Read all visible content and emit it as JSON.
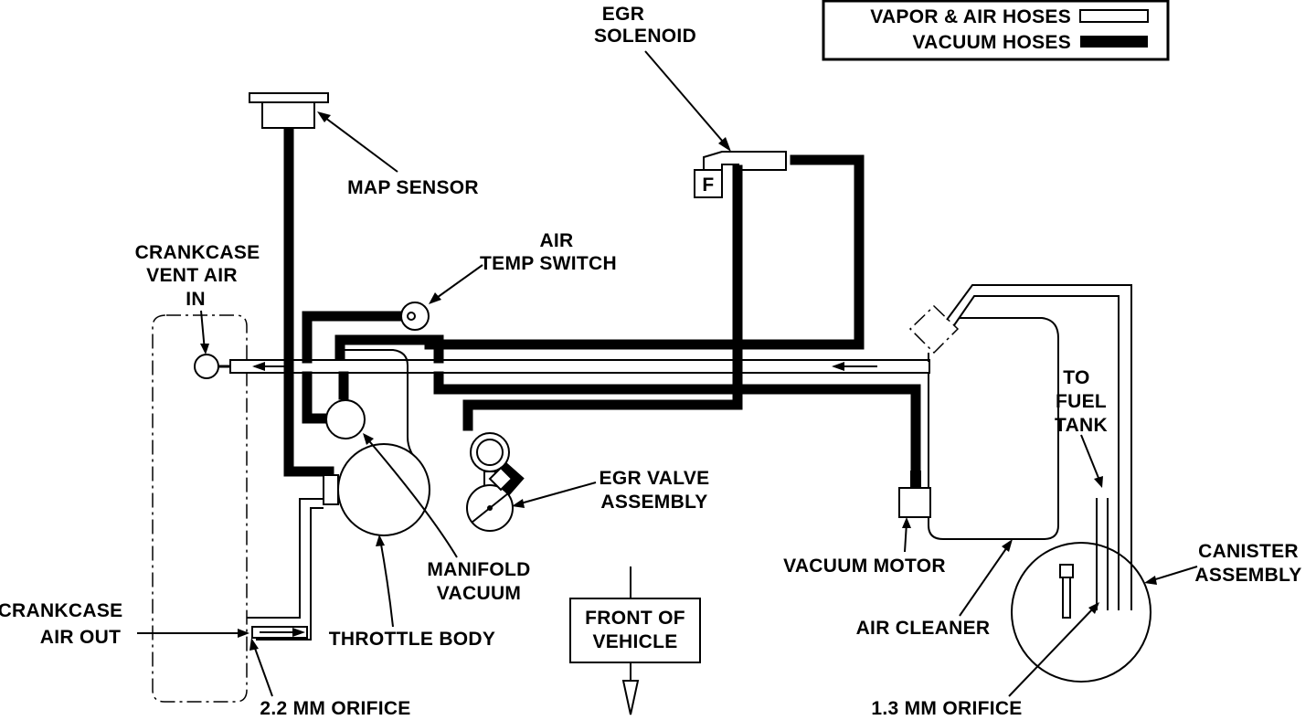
{
  "legend": {
    "vapor_label": "VAPOR & AIR HOSES",
    "vacuum_label": "VACUUM HOSES"
  },
  "labels": {
    "egr_solenoid_1": "EGR",
    "egr_solenoid_2": "SOLENOID",
    "solenoid_port": "F",
    "map_sensor": "MAP SENSOR",
    "air_temp_1": "AIR",
    "air_temp_2": "TEMP SWITCH",
    "crankcase_vent_1": "CRANKCASE",
    "crankcase_vent_2": "VENT AIR",
    "crankcase_vent_3": "IN",
    "to_fuel_tank_1": "TO",
    "to_fuel_tank_2": "FUEL",
    "to_fuel_tank_3": "TANK",
    "egr_valve_1": "EGR VALVE",
    "egr_valve_2": "ASSEMBLY",
    "vacuum_motor": "VACUUM MOTOR",
    "canister_1": "CANISTER",
    "canister_2": "ASSEMBLY",
    "manifold_1": "MANIFOLD",
    "manifold_2": "VACUUM",
    "crankcase_out_1": "CRANKCASE",
    "crankcase_out_2": "AIR OUT",
    "throttle_body": "THROTTLE BODY",
    "front_1": "FRONT OF",
    "front_2": "VEHICLE",
    "air_cleaner": "AIR CLEANER",
    "orifice_22": "2.2 MM ORIFICE",
    "orifice_13": "1.3 MM ORIFICE"
  }
}
